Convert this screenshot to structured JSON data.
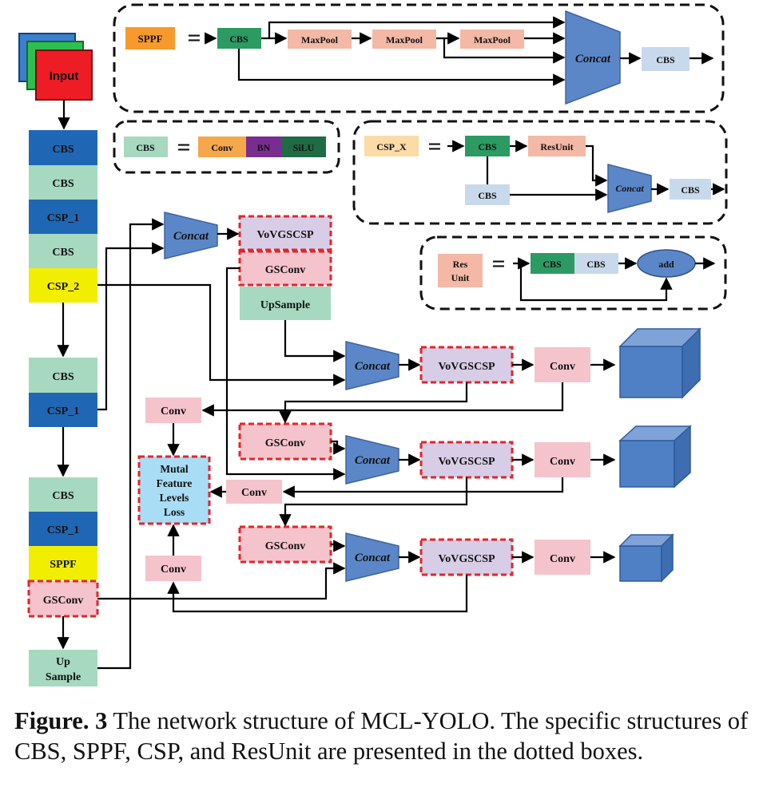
{
  "diagram": {
    "input": "Input",
    "backbone": [
      "CBS",
      "CBS",
      "CSP_1",
      "CBS",
      "CSP_2",
      "CBS",
      "CSP_1",
      "CBS",
      "CSP_1",
      "SPPF",
      "GSConv"
    ],
    "upsample_left": [
      "Up",
      "Sample"
    ],
    "concat": "Concat",
    "vovgscsp": "VoVGSCSP",
    "gsconv": "GSConv",
    "upsample": "UpSample",
    "conv": "Conv",
    "mfl": [
      "Mutal",
      "Feature",
      "Levels",
      "Loss"
    ],
    "sppf_block": {
      "name": "SPPF",
      "cbs": "CBS",
      "maxpool": "MaxPool",
      "out": "CBS"
    },
    "cbs_block": {
      "name": "CBS",
      "parts": [
        "Conv",
        "BN",
        "SiLU"
      ]
    },
    "csp_block": {
      "name": "CSP_X",
      "cbs": "CBS",
      "resunit": "ResUnit",
      "cbs2": "CBS",
      "out": "CBS"
    },
    "res_block": {
      "name": [
        "Res",
        "Unit"
      ],
      "cbs1": "CBS",
      "cbs2": "CBS",
      "add": "add"
    },
    "eq": "="
  },
  "caption": {
    "label": "Figure. 3",
    "text": " The network structure of MCL-YOLO. The specific structures of CBS, SPPF, CSP, and ResUnit are presented in the dotted boxes."
  },
  "colors": {
    "cbs_dark_blue": "#1f67b4",
    "cbs_teal": "#a6d9bf",
    "csp2_yellow": "#f2ee00",
    "input_red": "#ee1c25",
    "gsconv_pink": "#f5c3cc",
    "dash_red": "#e4242b",
    "vov_lavender": "#d7cde6",
    "concat_blue": "#5b87c8",
    "cube_blue": "#4f7fc4",
    "sppf_orange": "#f79a2c",
    "cbs_green": "#2b9a63",
    "maxpool_salmon": "#f4b8a6",
    "bn_purple": "#7a2d91",
    "silu_green": "#1e6b45",
    "cspx_cream": "#fcdca6",
    "cbs_light": "#c8d9ec"
  }
}
